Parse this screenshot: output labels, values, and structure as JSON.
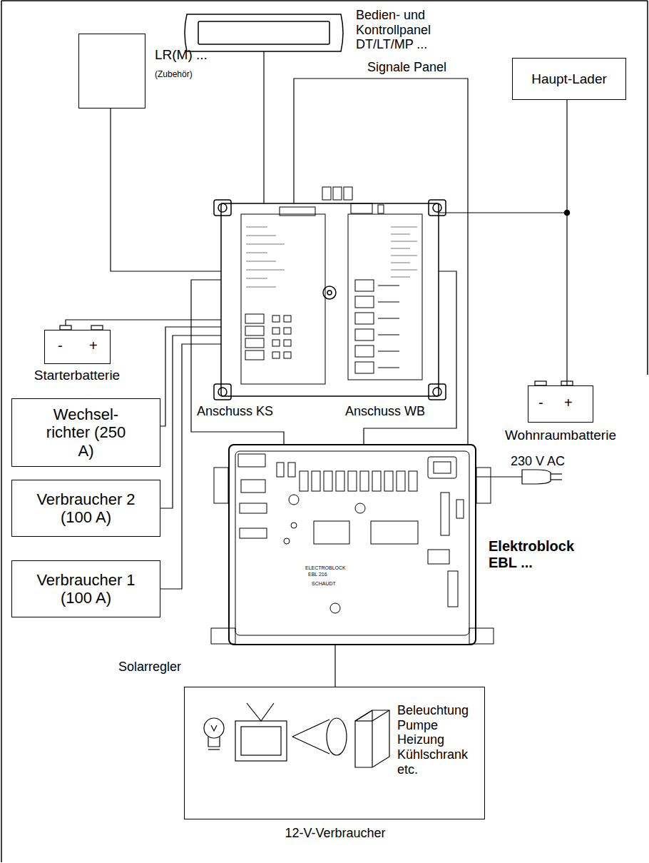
{
  "diagram": {
    "nodes": [
      {
        "text": [
          "LR(M) ...",
          "(Zubehör)"
        ]
      },
      {
        "text": [
          "Bedien- und Kontrollpanel DT/LT/MP ..."
        ]
      },
      {
        "text": [
          "Haupt-Lader"
        ]
      },
      {
        "text": [
          "-",
          "+",
          "Starterbatterie"
        ]
      },
      {
        "text": [
          "Wechsel- richter (250 A)"
        ]
      },
      {
        "text": [
          "Verbraucher 2 (100 A)"
        ]
      },
      {
        "text": [
          "Verbraucher 1 (100 A)"
        ]
      },
      {
        "text": [
          "-",
          "+",
          "Wohnraumbatterie"
        ]
      },
      {
        "text": [
          "Elektroblock EBL ..."
        ]
      },
      {
        "text": [
          "Beleuchtung Pumpe Heizung Kühlschrank etc.",
          "12-V-Verbraucher"
        ]
      }
    ],
    "edges": [
      {
        "from": 2,
        "to": 7,
        "arrow": "none"
      },
      {
        "from": 8,
        "to": 9,
        "arrow": "none"
      }
    ],
    "labels": [
      "Signale Panel",
      "Anschuss KS",
      "Anschuss WB",
      "230 V AC",
      "Solarregler",
      "ELECTROBLOCK",
      "EBL 216",
      "SCHAUDT"
    ]
  }
}
